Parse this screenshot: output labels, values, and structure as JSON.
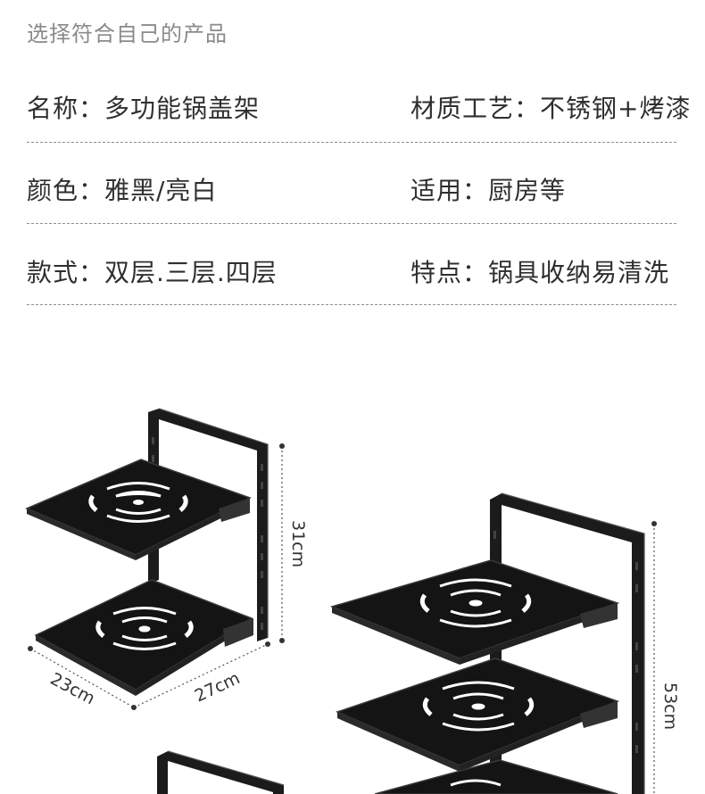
{
  "header": {
    "subtitle": "选择符合自己的产品"
  },
  "specs": [
    {
      "left": "名称：多功能锅盖架",
      "right": "材质工艺：不锈钢+烤漆"
    },
    {
      "left": "颜色：雅黑/亮白",
      "right": "适用：厨房等"
    },
    {
      "left": "款式：双层.三层.四层",
      "right": "特点：锅具收纳易清洗"
    }
  ],
  "dimensions": {
    "two_tier": {
      "depth": "23cm",
      "width": "27cm",
      "height": "31cm"
    },
    "three_tier": {
      "height": "53cm"
    }
  },
  "colors": {
    "rack": "#1a1a1a",
    "text": "#333333",
    "subtitle": "#8a8a8a",
    "divider": "#8f8f8f"
  }
}
